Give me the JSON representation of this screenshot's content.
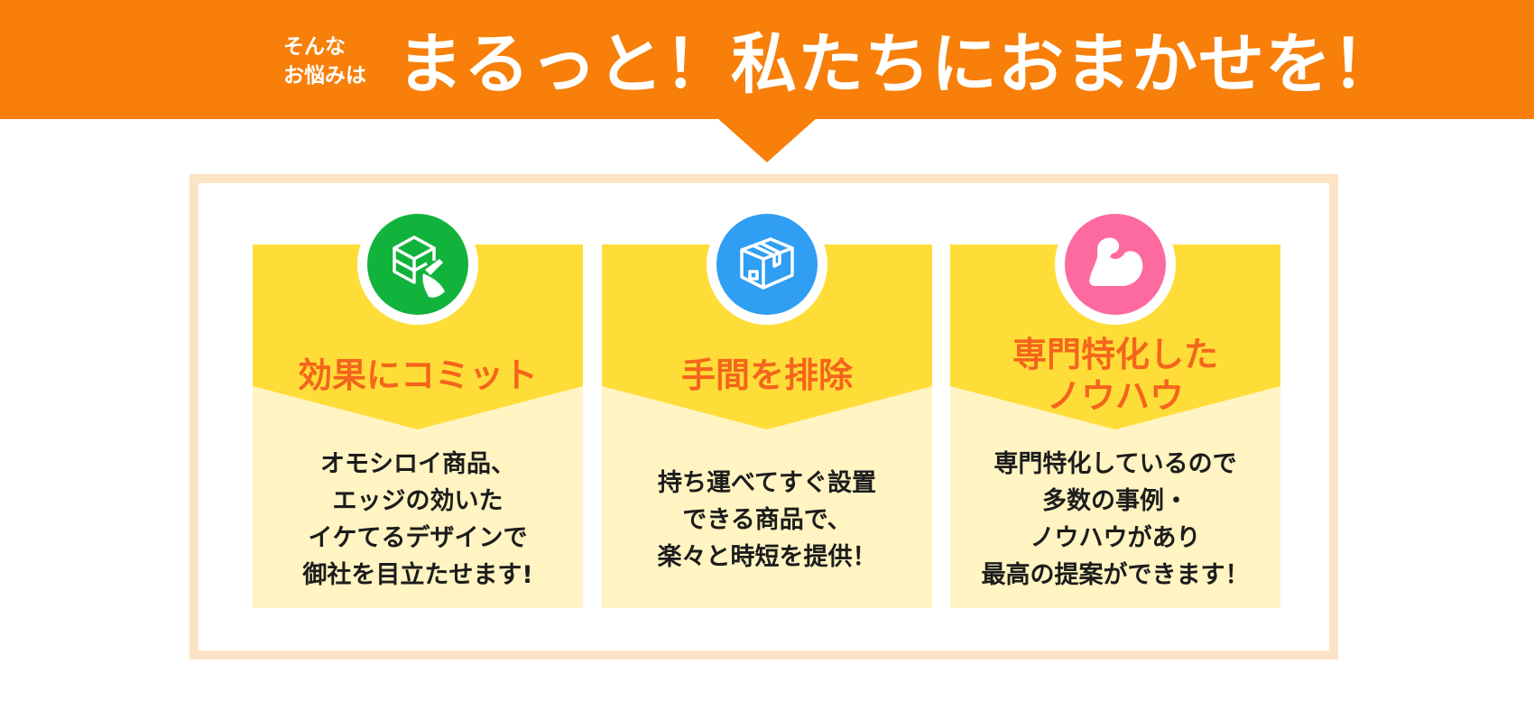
{
  "header": {
    "pre_text": "そんな\nお悩みは",
    "main_text": "まるっと！私たちにおまかせを！",
    "background_color": "#f77f0a"
  },
  "cards": [
    {
      "icon": "box-design-icon",
      "icon_color": "#12b33c",
      "title": "効果にコミット",
      "description": "オモシロイ商品、\nエッジの効いた\nイケてるデザインで\n御社を目立たせます!"
    },
    {
      "icon": "package-box-icon",
      "icon_color": "#2f9ef3",
      "title": "手間を排除",
      "description": "持ち運べてすぐ設置\nできる商品で、\n楽々と時短を提供！"
    },
    {
      "icon": "flexed-arm-icon",
      "icon_color": "#fd6aa0",
      "title": "専門特化した\nノウハウ",
      "description": "専門特化しているので\n多数の事例・\nノウハウがあり\n最高の提案ができます！"
    }
  ],
  "colors": {
    "card_top": "#ffdd38",
    "card_bottom": "#fff4c2",
    "title_text": "#f4651c",
    "frame_border": "#fce3c5"
  }
}
